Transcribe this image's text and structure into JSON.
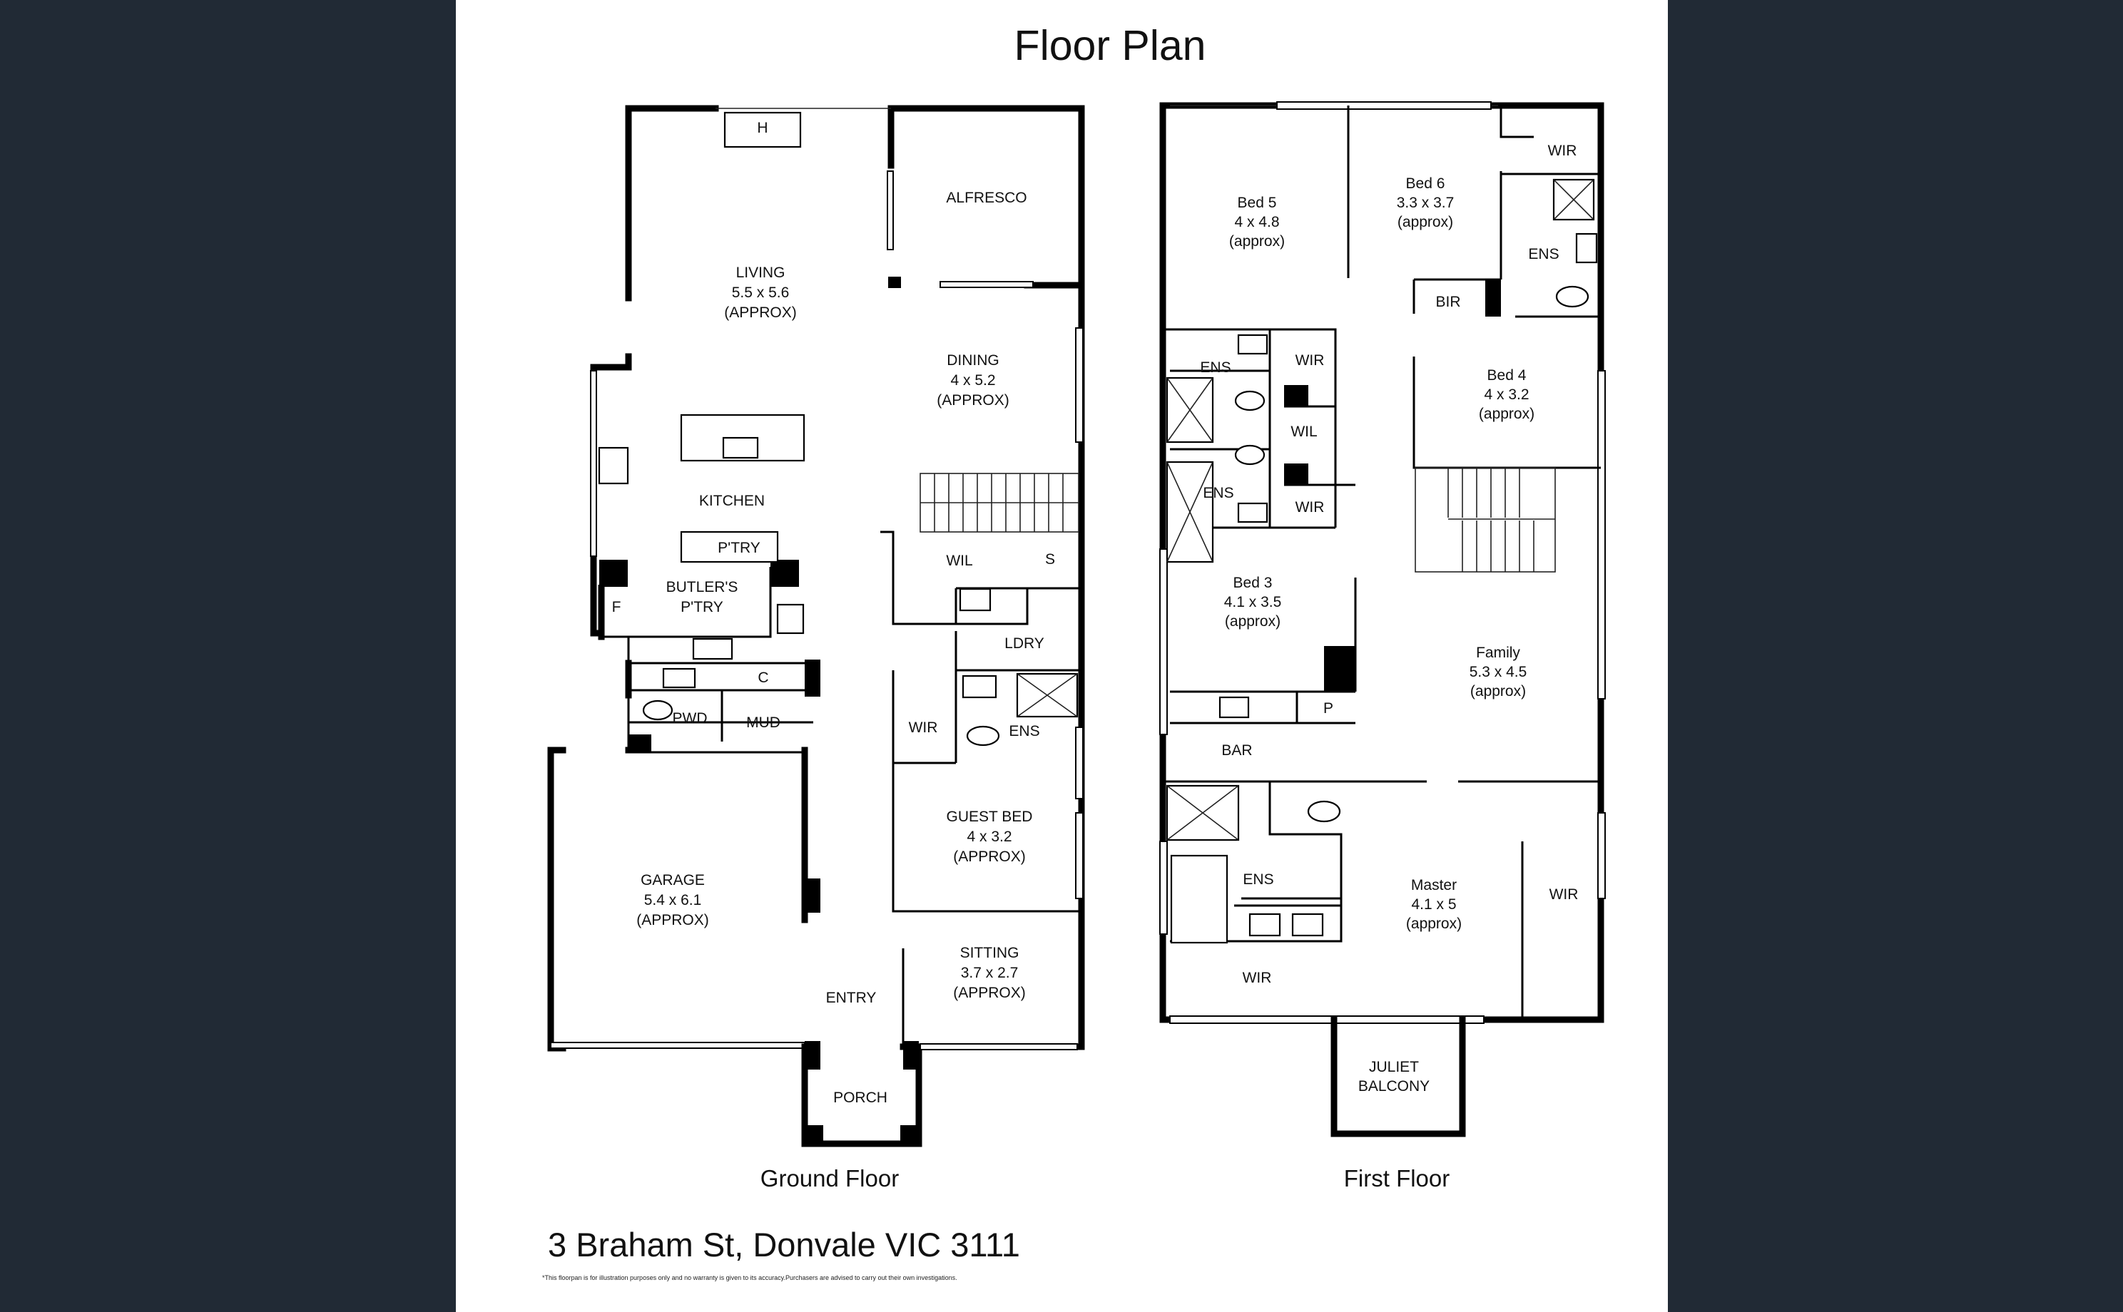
{
  "title": "Floor Plan",
  "address": "3 Braham St, Donvale VIC 3111",
  "disclaimer": "*This floorpan is for illustration purposes only and no warranty is given to its accuracy.Purchasers are advised to carry out their own investigations.",
  "colors": {
    "background": "#212a35",
    "sheet": "#ffffff",
    "walls": "#000000"
  },
  "ground_floor": {
    "caption": "Ground Floor",
    "rooms": {
      "h": "H",
      "alfresco": "ALFRESCO",
      "living": [
        "LIVING",
        "5.5 x 5.6",
        "(APPROX)"
      ],
      "dining": [
        "DINING",
        "4 x 5.2",
        "(APPROX)"
      ],
      "kitchen": "KITCHEN",
      "ptry": "P'TRY",
      "butlers": [
        "BUTLER'S",
        "P'TRY"
      ],
      "f": "F",
      "wil": "WIL",
      "s": "S",
      "ldry": "LDRY",
      "c": "C",
      "pwd": "PWD",
      "mud": "MUD",
      "wir": "WIR",
      "ens": "ENS",
      "guest_bed": [
        "GUEST BED",
        "4 x 3.2",
        "(APPROX)"
      ],
      "garage": [
        "GARAGE",
        "5.4 x 6.1",
        "(APPROX)"
      ],
      "sitting": [
        "SITTING",
        "3.7 x 2.7",
        "(APPROX)"
      ],
      "entry": "ENTRY",
      "porch": "PORCH"
    }
  },
  "first_floor": {
    "caption": "First Floor",
    "rooms": {
      "bed5": [
        "Bed 5",
        "4 x 4.8",
        "(approx)"
      ],
      "bed6": [
        "Bed 6",
        "3.3 x 3.7",
        "(approx)"
      ],
      "wir_top": "WIR",
      "ens_top": "ENS",
      "bir": "BIR",
      "ens_left1": "ENS",
      "wir_mid1": "WIR",
      "wil": "WIL",
      "ens_left2": "ENS",
      "wir_mid2": "WIR",
      "bed4": [
        "Bed 4",
        "4 x 3.2",
        "(approx)"
      ],
      "bed3": [
        "Bed 3",
        "4.1 x 3.5",
        "(approx)"
      ],
      "family": [
        "Family",
        "5.3 x 4.5",
        "(approx)"
      ],
      "p": "P",
      "bar": "BAR",
      "ens_master": "ENS",
      "master": [
        "Master",
        "4.1 x 5",
        "(approx)"
      ],
      "wir_master": "WIR",
      "wir_bottom": "WIR",
      "juliet": [
        "JULIET",
        "BALCONY"
      ]
    }
  }
}
